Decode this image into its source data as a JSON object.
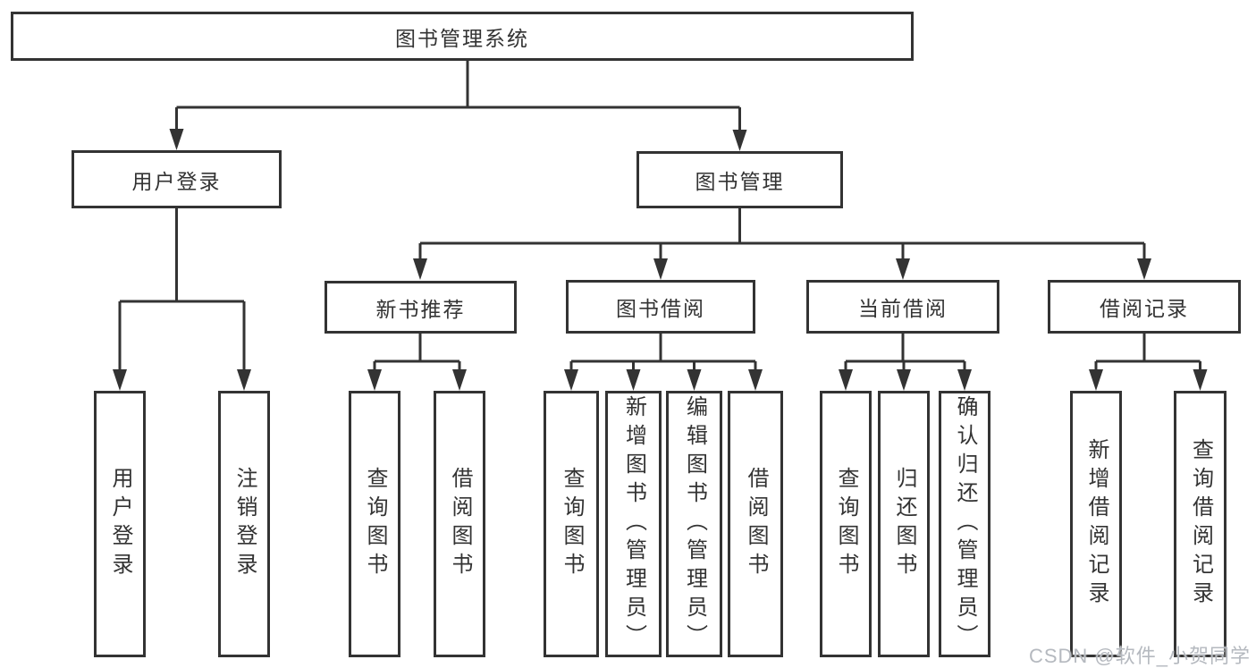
{
  "diagram": {
    "root": "图书管理系统",
    "branches": [
      {
        "label": "用户登录",
        "children": [
          "用户登录",
          "注销登录"
        ]
      },
      {
        "label": "图书管理",
        "sections": [
          {
            "label": "新书推荐",
            "children": [
              "查询图书",
              "借阅图书"
            ]
          },
          {
            "label": "图书借阅",
            "children": [
              "查询图书",
              "新增图书（管理员）",
              "编辑图书（管理员）",
              "借阅图书"
            ]
          },
          {
            "label": "当前借阅",
            "children": [
              "查询图书",
              "归还图书",
              "确认归还（管理员）"
            ]
          },
          {
            "label": "借阅记录",
            "children": [
              "新增借阅记录",
              "查询借阅记录"
            ]
          }
        ]
      }
    ]
  },
  "watermark": {
    "text": "CSDN @软件_小贺同学"
  },
  "colors": {
    "line": "#333333",
    "text": "#333333",
    "watermark": "#b5b9bf",
    "background": "#ffffff"
  }
}
